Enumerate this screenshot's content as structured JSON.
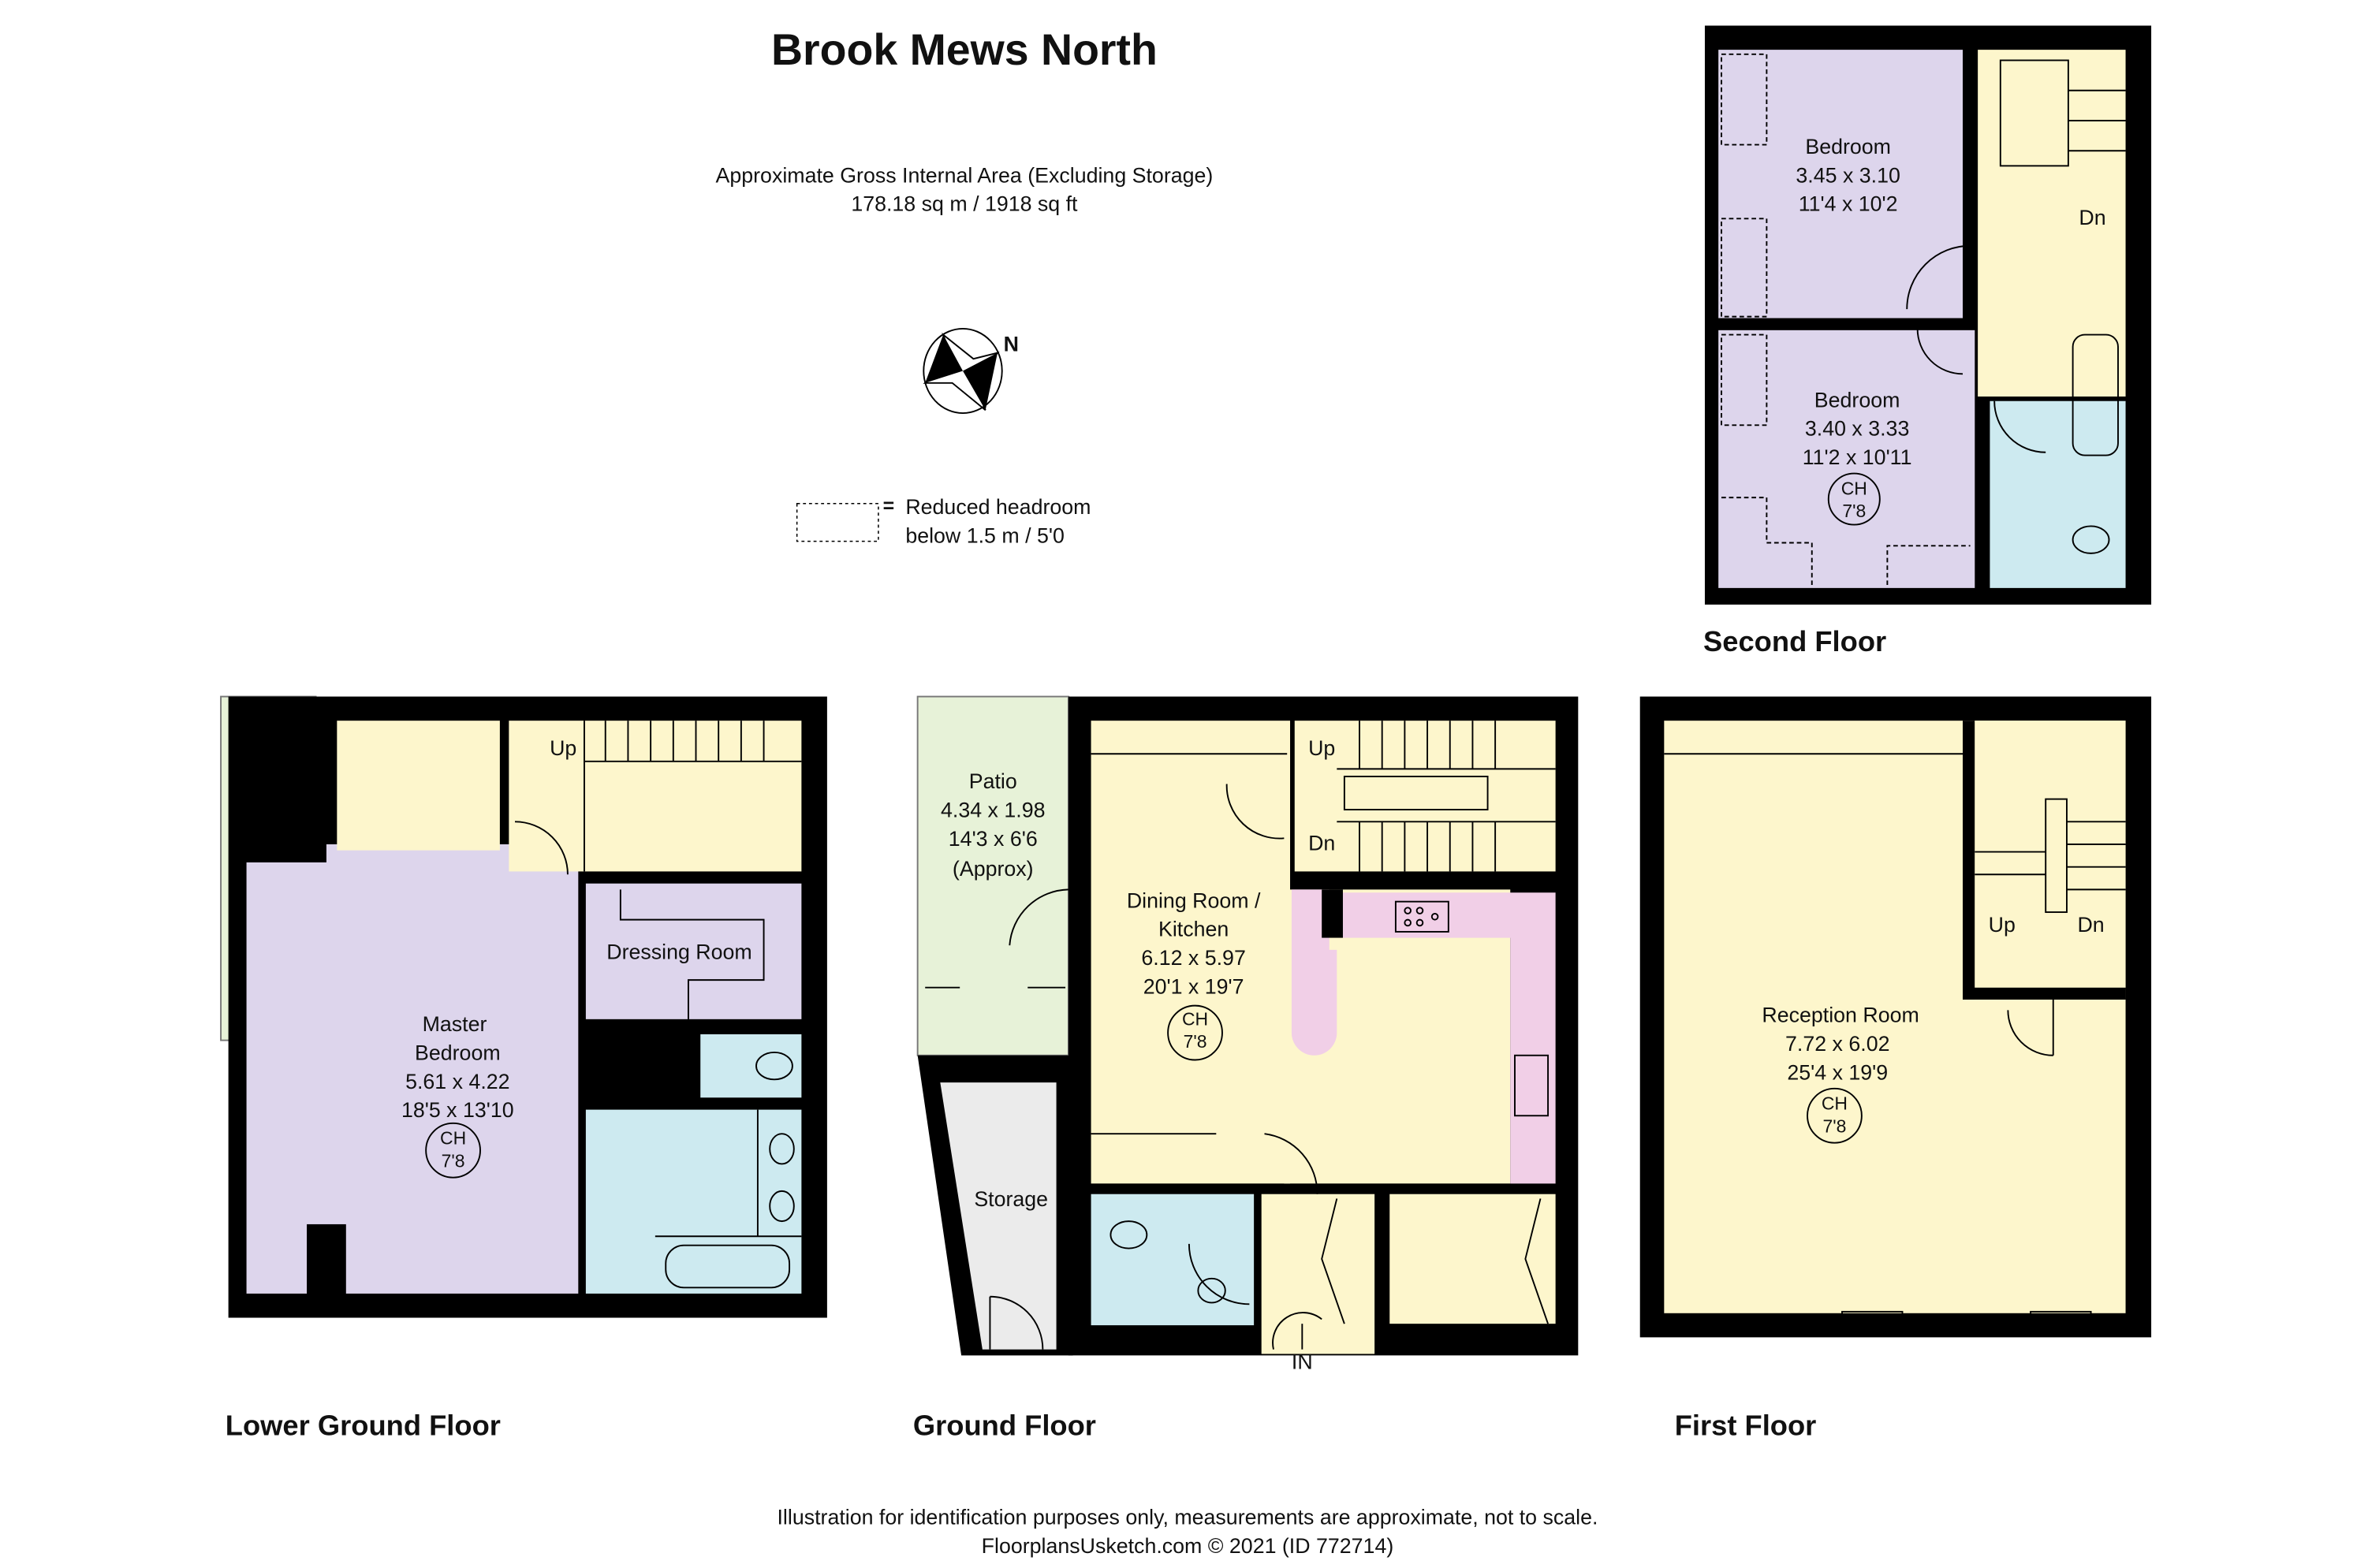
{
  "title": "Brook Mews North",
  "area": {
    "heading": "Approximate Gross Internal Area (Excluding Storage)",
    "value": "178.18 sq m / 1918 sq ft"
  },
  "compass": {
    "label": "N"
  },
  "legend": {
    "line1": "Reduced headroom",
    "line2": "below 1.5 m / 5'0",
    "symbol": "="
  },
  "colors": {
    "living": "#fdf6cc",
    "bedroom": "#ddd5ec",
    "bathroom": "#cdeaf0",
    "kitchen": "#f1cfe7",
    "outdoor": "#e7f2d8",
    "storage": "#ebebeb"
  },
  "floors": {
    "lower_ground": {
      "label": "Lower Ground Floor",
      "master": {
        "name1": "Master",
        "name2": "Bedroom",
        "metric": "5.61 x 4.22",
        "imperial": "18'5 x 13'10",
        "ch": "CH",
        "ch_value": "7'8"
      },
      "dressing": {
        "name": "Dressing Room"
      },
      "stairs": {
        "up": "Up"
      }
    },
    "ground": {
      "label": "Ground Floor",
      "patio": {
        "name": "Patio",
        "metric": "4.34 x 1.98",
        "imperial": "14'3 x 6'6",
        "note": "(Approx)"
      },
      "dining": {
        "name1": "Dining Room /",
        "name2": "Kitchen",
        "metric": "6.12 x 5.97",
        "imperial": "20'1 x 19'7",
        "ch": "CH",
        "ch_value": "7'8"
      },
      "storage": {
        "name": "Storage"
      },
      "stairs": {
        "up": "Up",
        "down": "Dn"
      },
      "entrance": "IN"
    },
    "first": {
      "label": "First Floor",
      "reception": {
        "name": "Reception Room",
        "metric": "7.72 x 6.02",
        "imperial": "25'4 x 19'9",
        "ch": "CH",
        "ch_value": "7'8"
      },
      "stairs": {
        "up": "Up",
        "down": "Dn"
      }
    },
    "second": {
      "label": "Second Floor",
      "bedroom1": {
        "name": "Bedroom",
        "metric": "3.45 x 3.10",
        "imperial": "11'4 x 10'2"
      },
      "bedroom2": {
        "name": "Bedroom",
        "metric": "3.40 x 3.33",
        "imperial": "11'2 x 10'11",
        "ch": "CH",
        "ch_value": "7'8"
      },
      "stairs": {
        "down": "Dn"
      }
    }
  },
  "footer": {
    "disclaimer": "Illustration for identification purposes only, measurements are approximate, not to scale.",
    "credit": "FloorplansUsketch.com © 2021 (ID 772714)"
  }
}
